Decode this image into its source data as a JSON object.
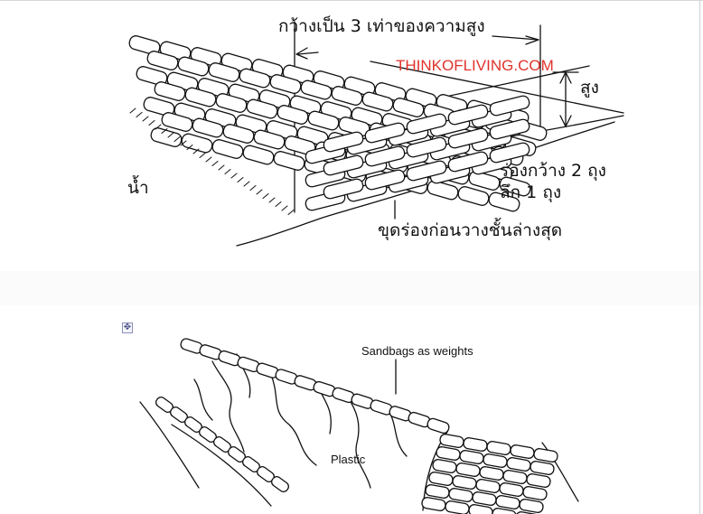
{
  "diagram_top": {
    "width_label": "กว้างเป็น 3 เท่าของความสูง",
    "height_label": "สูง",
    "watermark": "THINKOFLIVING.COM",
    "water_label": "น้ำ",
    "trench_width_label": "ร่องกว้าง 2 ถุง",
    "trench_depth_label": "ลึก 1 ถุง",
    "trench_note_label": "ขุดร่องก่อนวางชั้นล่างสุด"
  },
  "diagram_bottom": {
    "weights_label": "Sandbags as weights",
    "plastic_label": "Plastic"
  },
  "editor": {
    "move_handle_icon": "move-arrows-icon"
  },
  "colors": {
    "watermark": "#e0332c",
    "line": "#111111"
  }
}
